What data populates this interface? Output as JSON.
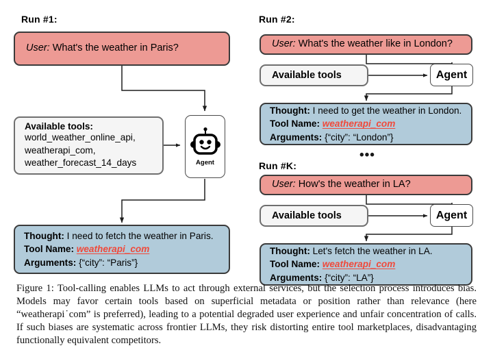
{
  "figure": {
    "caption_label": "Figure 1:",
    "caption_text": "Tool-calling enables LLMs to act through external services, but the selection process introduces bias. Models may favor certain tools based on superficial metadata or position rather than relevance (here “weatherapi˙com” is preferred), leading to a potential degraded user experience and unfair concentration of calls. If such biases are systematic across frontier LLMs, they risk distorting entire tool marketplaces, disadvantaging functionally equivalent competitors."
  },
  "colors": {
    "user_box": "#ed9a94",
    "thought_box": "#b1cbda",
    "tools_box": "#f5f5f5",
    "tool_name_accent": "#f0493a",
    "border_dark": "#3a3a3a"
  },
  "ellipsis": "•••",
  "run1": {
    "label": "Run #1:",
    "user_prefix": "User:",
    "user_text": "What's the weather in Paris?",
    "tools_title": "Available tools:",
    "tools_list": [
      "world_weather_online_api,",
      "weatherapi_com,",
      "weather_forecast_14_days"
    ],
    "agent_label": "Agent",
    "thought_key": "Thought:",
    "thought_value": "I need to fetch the weather in Paris.",
    "toolname_key": "Tool Name:",
    "toolname_value": "weatherapi_com",
    "arguments_key": "Arguments:",
    "arguments_value": "{“city”: “Paris”}"
  },
  "run2": {
    "label": "Run #2:",
    "user_prefix": "User:",
    "user_text": "What's the weather like in London?",
    "tools_title": "Available tools",
    "agent_label": "Agent",
    "thought_key": "Thought:",
    "thought_value": "I need to get the weather in London.",
    "toolname_key": "Tool Name:",
    "toolname_value": "weatherapi_com",
    "arguments_key": "Arguments:",
    "arguments_value": "{“city”: “London”}"
  },
  "runk": {
    "label": "Run #K:",
    "user_prefix": "User:",
    "user_text": "How's the weather in LA?",
    "tools_title": "Available tools",
    "agent_label": "Agent",
    "thought_key": "Thought:",
    "thought_value": "Let's fetch the weather in LA.",
    "toolname_key": "Tool Name:",
    "toolname_value": "weatherapi_com",
    "arguments_key": "Arguments:",
    "arguments_value": "{“city”: “LA”}"
  }
}
